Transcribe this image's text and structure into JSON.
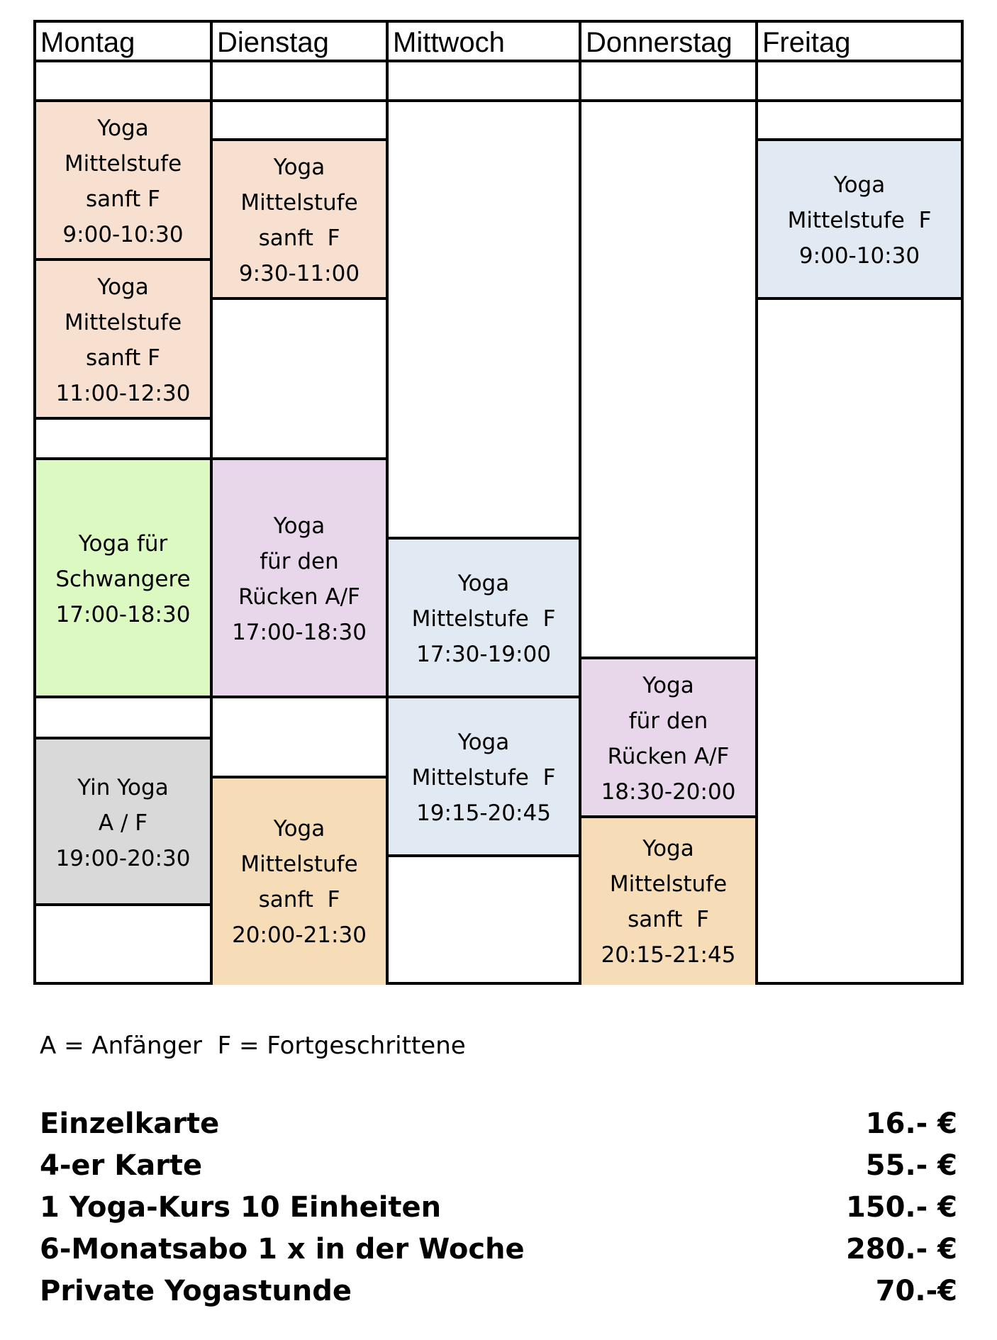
{
  "days": [
    "Montag",
    "Dienstag",
    "Mittwoch",
    "Donnerstag",
    "Freitag"
  ],
  "colors": {
    "peach": "#f8e0d0",
    "green": "#dcf9c2",
    "lavender": "#e8d6eb",
    "lightblue": "#e1e9f3",
    "gray": "#d9d9d9",
    "tan": "#f6ddb7"
  },
  "classes": {
    "mon_1": [
      "Yoga",
      "Mittelstufe",
      "sanft F",
      "9:00-10:30"
    ],
    "mon_2": [
      "Yoga",
      "Mittelstufe",
      "sanft F",
      "11:00-12:30"
    ],
    "mon_3": [
      "Yoga für",
      "Schwangere",
      "17:00-18:30"
    ],
    "mon_4": [
      "Yin Yoga",
      "A / F",
      "19:00-20:30"
    ],
    "tue_1": [
      "Yoga",
      "Mittelstufe",
      "sanft  F",
      "9:30-11:00"
    ],
    "tue_2": [
      "Yoga",
      "für den",
      "Rücken A/F",
      "17:00-18:30"
    ],
    "tue_3": [
      "Yoga",
      "Mittelstufe",
      "sanft  F",
      "20:00-21:30"
    ],
    "wed_1": [
      "Yoga",
      "Mittelstufe  F",
      "17:30-19:00"
    ],
    "wed_2": [
      "Yoga",
      "Mittelstufe  F",
      "19:15-20:45"
    ],
    "thu_1": [
      "Yoga",
      "für den",
      "Rücken A/F",
      "18:30-20:00"
    ],
    "thu_2": [
      "Yoga",
      "Mittelstufe",
      "sanft  F",
      "20:15-21:45"
    ],
    "fri_1": [
      "Yoga",
      "Mittelstufe  F",
      "9:00-10:30"
    ]
  },
  "legend": "A = Anfänger  F = Fortgeschrittene",
  "prices": [
    {
      "label": "Einzelkarte",
      "price": "16.- €"
    },
    {
      "label": "4-er Karte",
      "price": "55.- €"
    },
    {
      "label": "1 Yoga-Kurs 10 Einheiten",
      "price": "150.- €"
    },
    {
      "label": "6-Monatsabo 1 x in der Woche",
      "price": "280.- €"
    },
    {
      "label": "Private Yogastunde",
      "price": "70.-€"
    }
  ]
}
